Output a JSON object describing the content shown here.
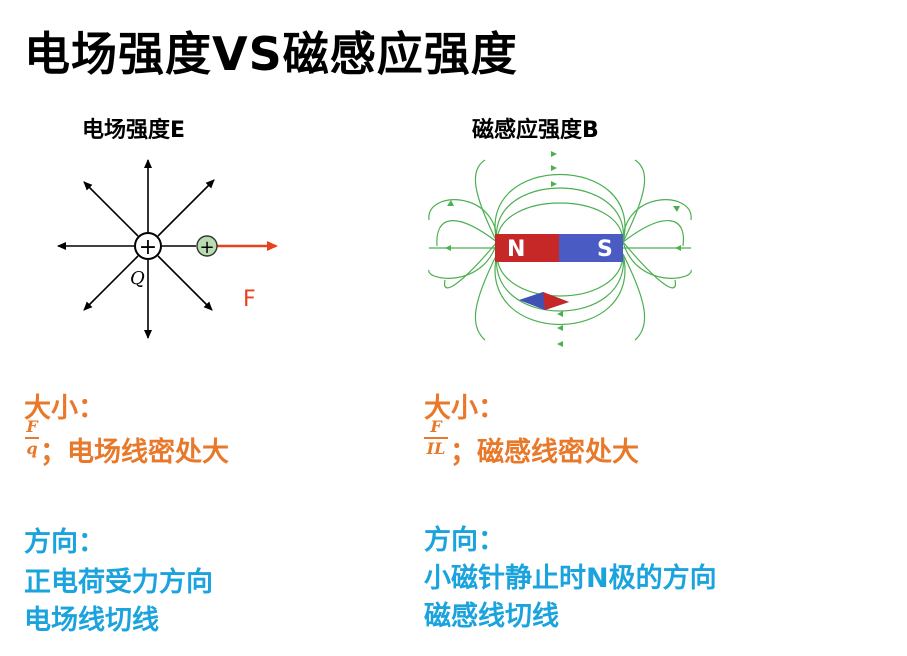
{
  "title": "电场强度VS磁感应强度",
  "electric": {
    "subtitle": "电场强度E",
    "charge_label": "Q",
    "center_symbol": "+",
    "test_symbol": "+",
    "force_label": "F",
    "size_heading": "大小：",
    "formula_num": "F",
    "formula_den": "q",
    "size_text": "；电场线密处大",
    "direction_heading": "方向：",
    "direction_line1": "正电荷受力方向",
    "direction_line2": "电场线切线"
  },
  "magnetic": {
    "subtitle": "磁感应强度B",
    "north": "N",
    "south": "S",
    "size_heading": "大小：",
    "formula_num": "F",
    "formula_den": "IL",
    "size_text": "；磁感线密处大",
    "direction_heading": "方向：",
    "direction_line1": "小磁针静止时N极的方向",
    "direction_line2": "磁感线切线"
  },
  "colors": {
    "orange": "#E8792B",
    "blue": "#1AA3DD",
    "force_arrow": "#E8411E",
    "field_line": "#4CAF50",
    "magnet_n": "#C62828",
    "magnet_s": "#4A5BC4"
  }
}
